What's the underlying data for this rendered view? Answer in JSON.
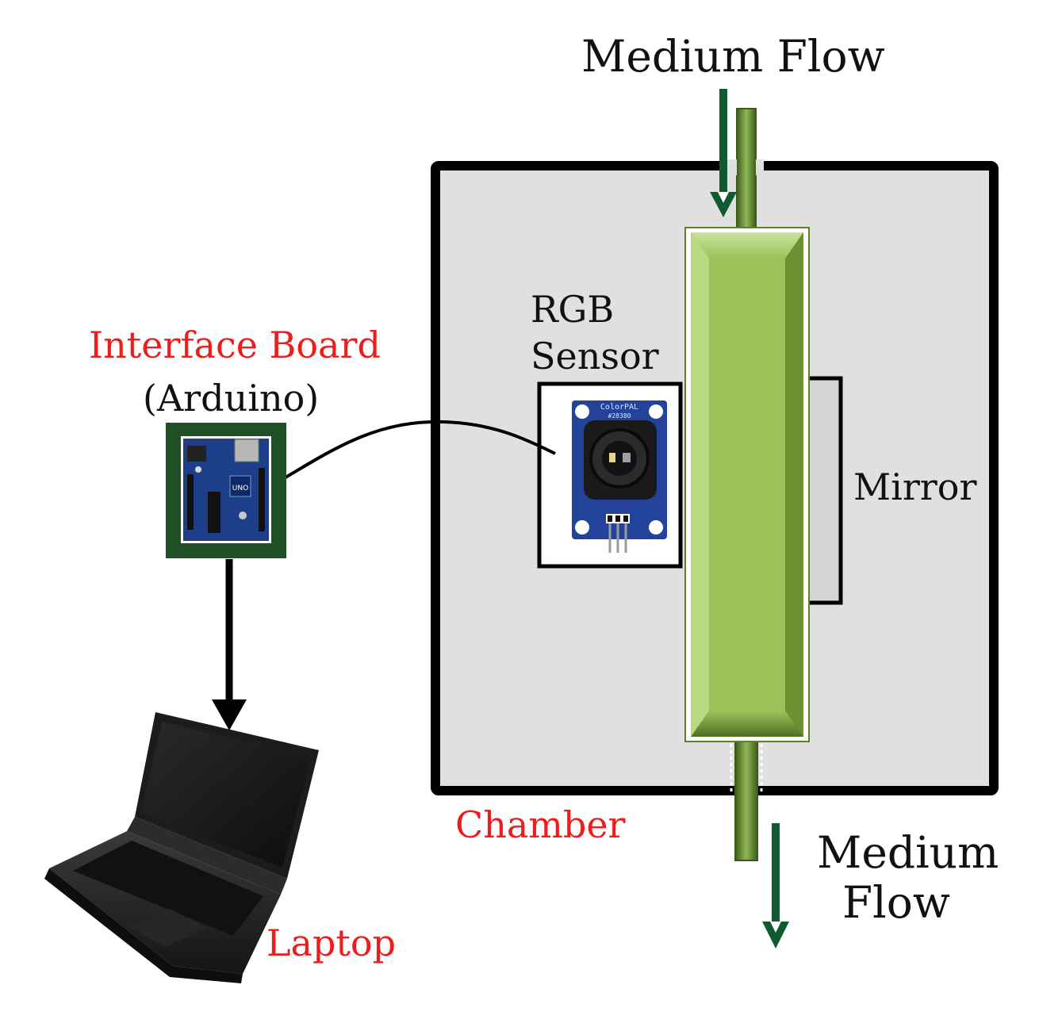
{
  "labels": {
    "medium_flow_top": "Medium Flow",
    "medium_flow_bottom_line1": "Medium",
    "medium_flow_bottom_line2": "Flow",
    "rgb_sensor_line1": "RGB",
    "rgb_sensor_line2": "Sensor",
    "interface_board_line1": "Interface Board",
    "interface_board_line2": "(Arduino)",
    "mirror": "Mirror",
    "chamber": "Chamber",
    "laptop": "Laptop",
    "sensor_chip_text_1": "ColorPAL",
    "sensor_chip_text_2": "#28380",
    "arduino_logo_text": "UNO"
  },
  "colors": {
    "label_black": "#111111",
    "label_red": "#ee1c1c",
    "chamber_fill": "#e0e0e0",
    "chamber_border": "#000000",
    "tube_green": "#9cc35a",
    "tube_dark_green": "#5e7f2b",
    "flow_arrow": "#0f5a2e",
    "board_frame": "#1f4f25",
    "mirror_fill": "#d4d4d4",
    "pcb_blue": "#1d3f8a"
  },
  "icons": {
    "sensor": "rgb-sensor-image",
    "arduino": "arduino-board-image",
    "laptop": "laptop-image"
  }
}
